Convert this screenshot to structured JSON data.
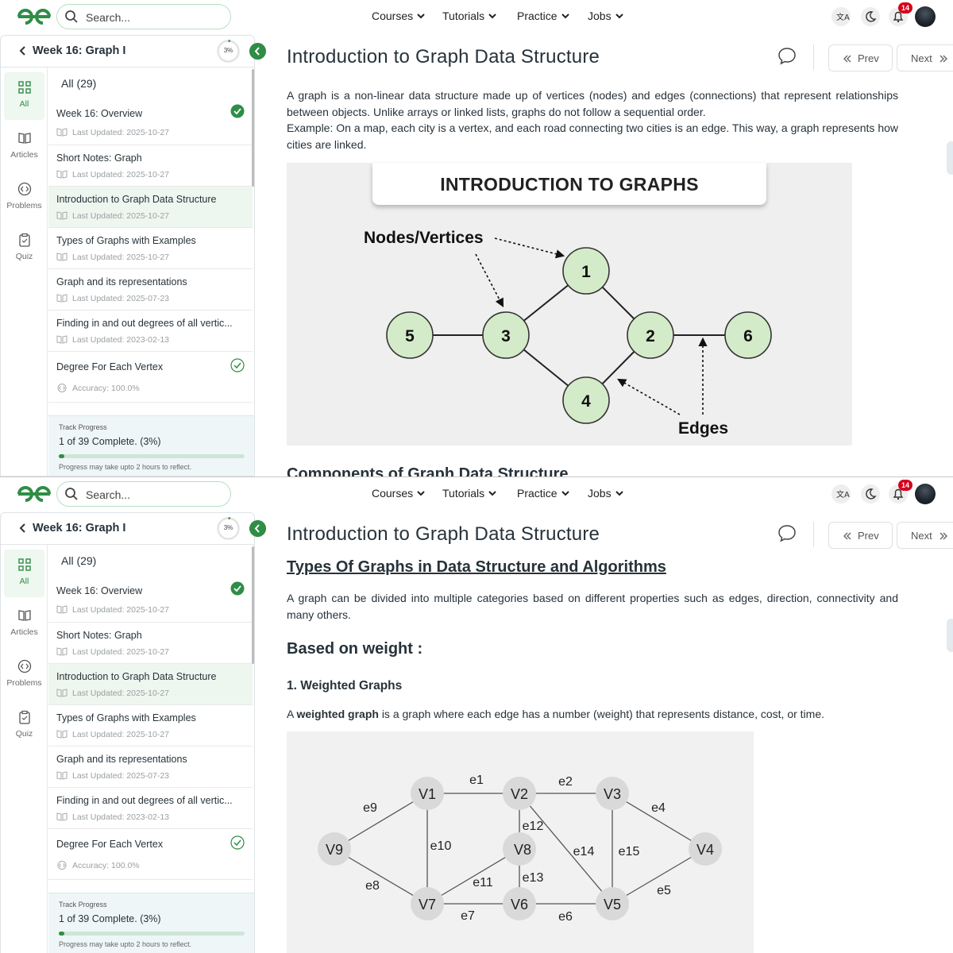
{
  "header": {
    "search_placeholder": "Search...",
    "nav": [
      {
        "label": "Courses"
      },
      {
        "label": "Tutorials"
      },
      {
        "label": "Practice"
      },
      {
        "label": "Jobs"
      }
    ],
    "notification_count": "14",
    "accent_color": "#2f8d46"
  },
  "sidebar": {
    "title": "Week 16: Graph I",
    "progress_pct": "3%",
    "rail": [
      {
        "label": "All"
      },
      {
        "label": "Articles"
      },
      {
        "label": "Problems"
      },
      {
        "label": "Quiz"
      }
    ],
    "all_label": "All (29)",
    "items": [
      {
        "title": "Week 16: Overview",
        "meta": "Last Updated: 2025-10-27",
        "status": "done"
      },
      {
        "title": "Short Notes: Graph",
        "meta": "Last Updated: 2025-10-27",
        "status": "none"
      },
      {
        "title": "Introduction to Graph Data Structure",
        "meta": "Last Updated: 2025-10-27",
        "status": "none"
      },
      {
        "title": "Types of Graphs with Examples",
        "meta": "Last Updated: 2025-10-27",
        "status": "none"
      },
      {
        "title": "Graph and its representations",
        "meta": "Last Updated: 2025-07-23",
        "status": "none"
      },
      {
        "title": "Finding in and out degrees of all vertic...",
        "meta": "Last Updated: 2023-02-13",
        "status": "none"
      },
      {
        "title": "Degree For Each Vertex",
        "meta": "Accuracy: 100.0%",
        "status": "solved"
      }
    ],
    "track": {
      "label": "Track Progress",
      "complete_prefix": "1",
      "complete_of": "of",
      "complete_total": "39",
      "complete_suffix": "Complete. (3%)",
      "progress_fraction": 0.03,
      "note": "Progress may take upto 2 hours to reflect."
    }
  },
  "article": {
    "title": "Introduction to Graph Data Structure",
    "prev_label": "Prev",
    "next_label": "Next",
    "intro_p1": "A graph is a non-linear data structure made up of vertices (nodes) and edges (connections) that represent relationships between objects. Unlike arrays or linked lists, graphs do not follow a sequential order.",
    "intro_p2": "Example: On a map, each city is a vertex, and each road connecting two cities is an edge. This way, a graph represents how cities are linked.",
    "figure1": {
      "title": "INTRODUCTION TO GRAPHS",
      "nodes_label": "Nodes/Vertices",
      "edges_label": "Edges",
      "nodes": [
        "1",
        "2",
        "3",
        "4",
        "5",
        "6"
      ]
    },
    "next_heading_cut": "Components of Graph Data Structure",
    "types_heading": "Types Of Graphs in Data Structure and Algorithms",
    "types_para": "A graph can be divided into multiple categories based on different properties such as edges, direction, connectivity and many others.",
    "based_on_weight": "Based on weight :",
    "weighted_heading": "1. Weighted Graphs",
    "weighted_para_a": "A",
    "weighted_para_bold": "weighted graph",
    "weighted_para_rest": "is a graph where each edge has a number (weight) that represents distance, cost, or time.",
    "figure2": {
      "vertices": [
        "V1",
        "V2",
        "V3",
        "V4",
        "V5",
        "V6",
        "V7",
        "V8",
        "V9"
      ],
      "edges": [
        "e1",
        "e2",
        "e4",
        "e5",
        "e6",
        "e7",
        "e8",
        "e9",
        "e10",
        "e11",
        "e12",
        "e13",
        "e14",
        "e15"
      ]
    }
  }
}
